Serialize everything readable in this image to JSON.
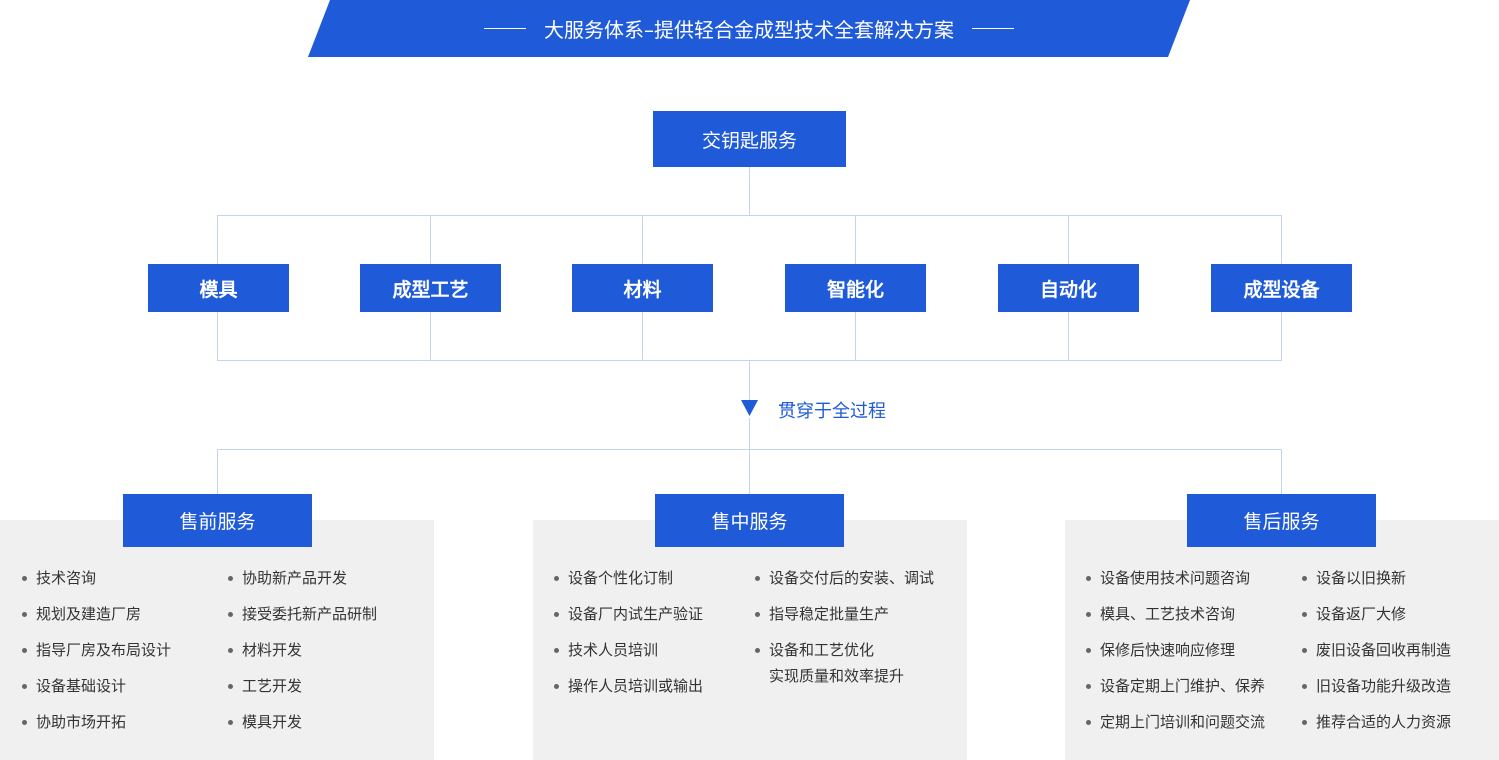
{
  "banner": {
    "title": "大服务体系–提供轻合金成型技术全套解决方案"
  },
  "top": {
    "label": "交钥匙服务"
  },
  "categories": [
    "模具",
    "成型工艺",
    "材料",
    "智能化",
    "自动化",
    "成型设备"
  ],
  "through_label": "贯穿于全过程",
  "services": [
    {
      "title": "售前服务",
      "col1": [
        "技术咨询",
        "规划及建造厂房",
        "指导厂房及布局设计",
        "设备基础设计",
        "协助市场开拓"
      ],
      "col2": [
        "协助新产品开发",
        "接受委托新产品研制",
        "材料开发",
        "工艺开发",
        "模具开发"
      ]
    },
    {
      "title": "售中服务",
      "col1": [
        "设备个性化订制",
        "设备厂内试生产验证",
        "技术人员培训",
        "操作人员培训或输出"
      ],
      "col2": [
        "设备交付后的安装、调试",
        "指导稳定批量生产",
        "设备和工艺优化",
        "实现质量和效率提升"
      ]
    },
    {
      "title": "售后服务",
      "col1": [
        "设备使用技术问题咨询",
        "模具、工艺技术咨询",
        "保修后快速响应修理",
        "设备定期上门维护、保养",
        "定期上门培训和问题交流"
      ],
      "col2": [
        "设备以旧换新",
        "设备返厂大修",
        "废旧设备回收再制造",
        "旧设备功能升级改造",
        "推荐合适的人力资源"
      ]
    }
  ],
  "colors": {
    "primary": "#1f5ad9",
    "line": "#c5d4ee",
    "panel": "#f0f0f0"
  }
}
